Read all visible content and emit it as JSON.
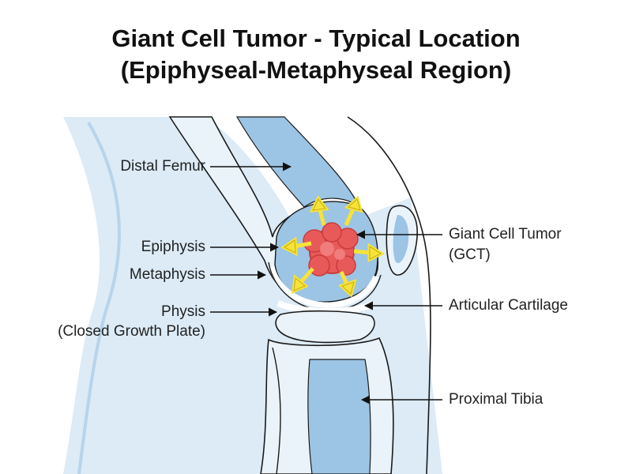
{
  "title": {
    "line1": "Giant Cell Tumor - Typical Location",
    "line2": "(Epiphyseal-Metaphyseal Region)"
  },
  "labels": {
    "distal_femur": "Distal Femur",
    "epiphysis": "Epiphysis",
    "metaphysis": "Metaphysis",
    "physis_line1": "Physis",
    "physis_line2": "(Closed Growth Plate)",
    "gct_line1": "Giant Cell Tumor",
    "gct_line2": "(GCT)",
    "articular_cartilage": "Articular Cartilage",
    "proximal_tibia": "Proximal Tibia"
  },
  "colors": {
    "tissue": "#dcebf6",
    "bone_outer": "#eaf3fa",
    "marrow": "#9cc4e4",
    "cartilage": "#ffffff",
    "outline": "#1a1a1a",
    "tumor": "#e85a5a",
    "tumor_dark": "#c93c3c",
    "arrow_yellow": "#f7e23a"
  }
}
